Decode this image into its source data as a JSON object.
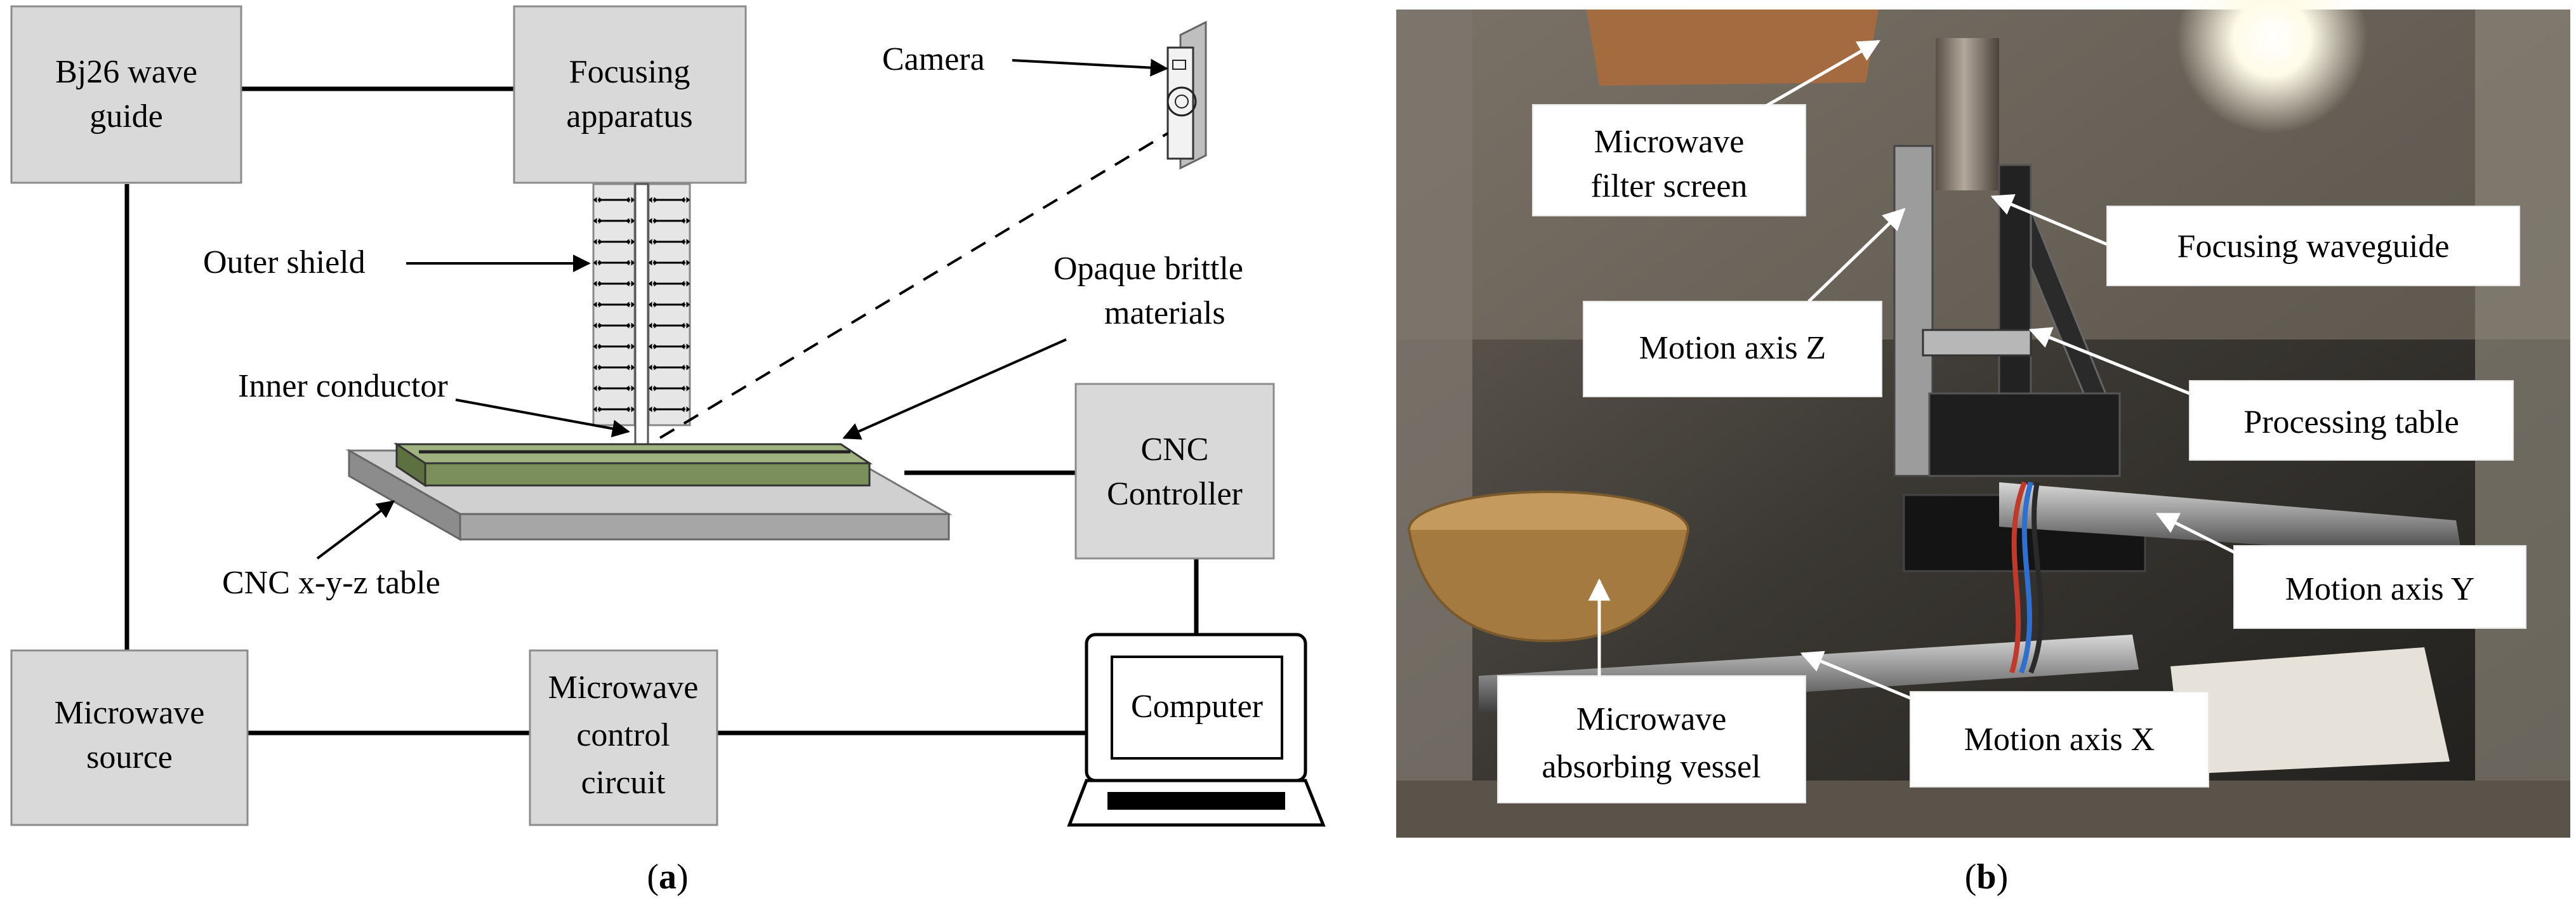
{
  "panel_a": {
    "caption": "(a)",
    "caption_letter": "a",
    "blocks": {
      "waveguide": [
        "Bj26 wave",
        "guide"
      ],
      "focusing": [
        "Focusing",
        "apparatus"
      ],
      "cnc_controller": [
        "CNC",
        "Controller"
      ],
      "microwave_source": [
        "Microwave",
        "source"
      ],
      "control_circuit": [
        "Microwave",
        "control",
        "circuit"
      ],
      "computer": "Computer"
    },
    "labels": {
      "camera": "Camera",
      "outer_shield": "Outer shield",
      "opaque": [
        "Opaque brittle",
        "materials"
      ],
      "inner_conductor": "Inner conductor",
      "cnc_table": "CNC x-y-z table"
    }
  },
  "panel_b": {
    "caption": "(b)",
    "caption_letter": "b",
    "labels": {
      "filter_screen": [
        "Microwave",
        "filter screen"
      ],
      "focusing_waveguide": "Focusing waveguide",
      "motion_z": "Motion axis Z",
      "processing_table": "Processing table",
      "motion_y": "Motion axis Y",
      "absorbing_vessel": [
        "Microwave",
        "absorbing vessel"
      ],
      "motion_x": "Motion axis X"
    }
  },
  "colors": {
    "block_fill": "#d9d9d9",
    "material_green": "#7a8f5a",
    "table_grey": "#a6a6a6"
  }
}
